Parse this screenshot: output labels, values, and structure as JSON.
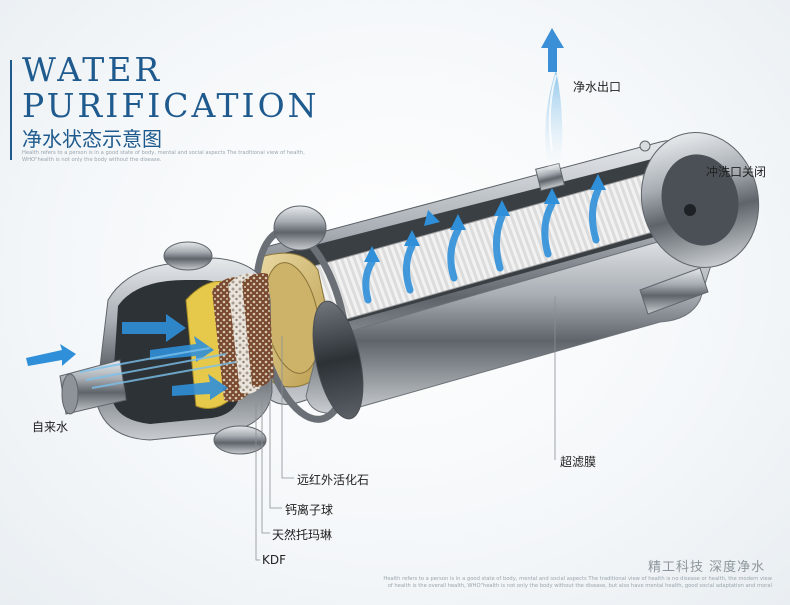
{
  "header": {
    "title_line1": "WATER",
    "title_line2": "PURIFICATION",
    "subtitle": "净水状态示意图",
    "fine_print": "Health refers to a person is in a good state of body, mental and social aspects The traditional view of health, WHO\"health is not only the body without the disease."
  },
  "labels": {
    "inlet": "自来水",
    "outlet": "净水出口",
    "flush": "冲洗口关闭",
    "uf_membrane": "超滤膜",
    "far_infrared": "远红外活化石",
    "calcium_ball": "钙离子球",
    "tourmaline": "天然托玛琳",
    "kdf": "KDF"
  },
  "footer": {
    "brand": "精工科技 深度净水",
    "fine_print": "Health refers to a person is in a good state of body, mental and social aspects The traditional view of health is no disease or health, the modern view of health is the overall health, WHO\"health is not only the body without the disease, but also have mental health, good social adaptation and moral"
  },
  "colors": {
    "title": "#1e5a8e",
    "arrow": "#2f8fd8",
    "metal": "#8a9096",
    "membrane": "#d9d9d9",
    "ceramic_gold": "#d9c070"
  }
}
